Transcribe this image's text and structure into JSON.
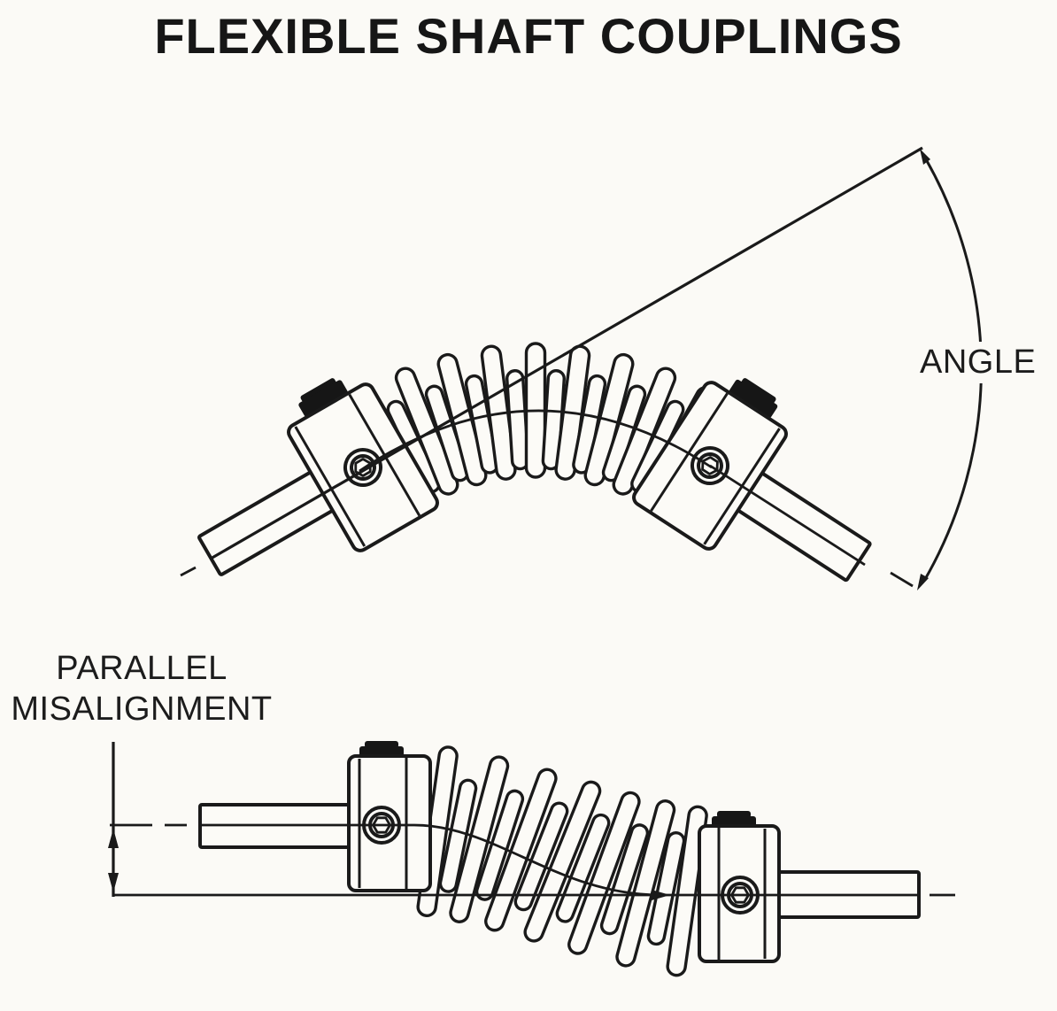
{
  "title": "FLEXIBLE SHAFT COUPLINGS",
  "upper_figure": {
    "name": "angular misalignment of flexible shaft coupling",
    "label": "ANGLE"
  },
  "lower_figure": {
    "name": "parallel misalignment of flexible shaft coupling",
    "label_line1": "PARALLEL",
    "label_line2": "MISALIGNMENT"
  },
  "colors": {
    "ink": "#1a1a1a",
    "paper": "#fbfaf6"
  }
}
